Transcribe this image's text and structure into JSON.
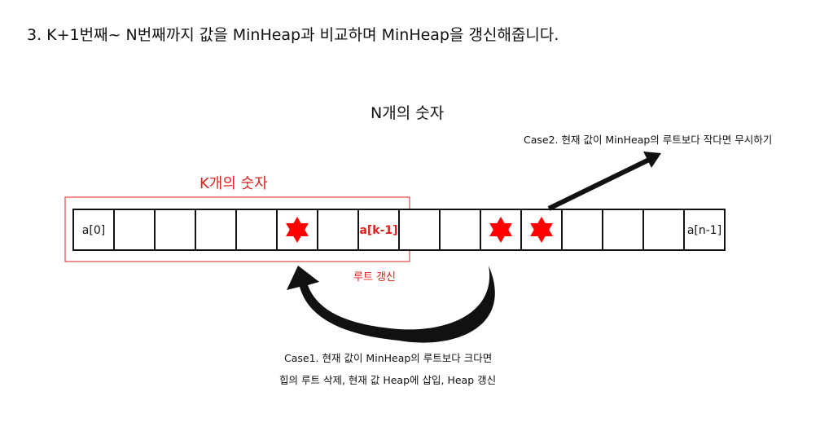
{
  "step_title": "3. K+1번째~ N번째까지 값을 MinHeap과 비교하며 MinHeap을 갱신해줍니다.",
  "array_label": "N개의 숫자",
  "window_label": "K개의 숫자",
  "cells": [
    "a[0]",
    "",
    "",
    "",
    "",
    "",
    "",
    "a[k-1]",
    "",
    "",
    "",
    "",
    "",
    "",
    "",
    "a[n-1]"
  ],
  "highlight_cell_index": 7,
  "star_cell_indices": [
    5,
    10,
    11
  ],
  "update_label": "루트 갱신",
  "case1": {
    "line1": "Case1. 현재 값이 MinHeap의 루트보다 크다면",
    "line2": "힙의 루트 삭제, 현재 값 Heap에 삽입, Heap 갱신"
  },
  "case2": "Case2. 현재 값이 MinHeap의 루트보다 작다면 무시하기",
  "colors": {
    "accent_red": "#e0201c",
    "star_red": "#ff0000",
    "ink": "#111111"
  }
}
